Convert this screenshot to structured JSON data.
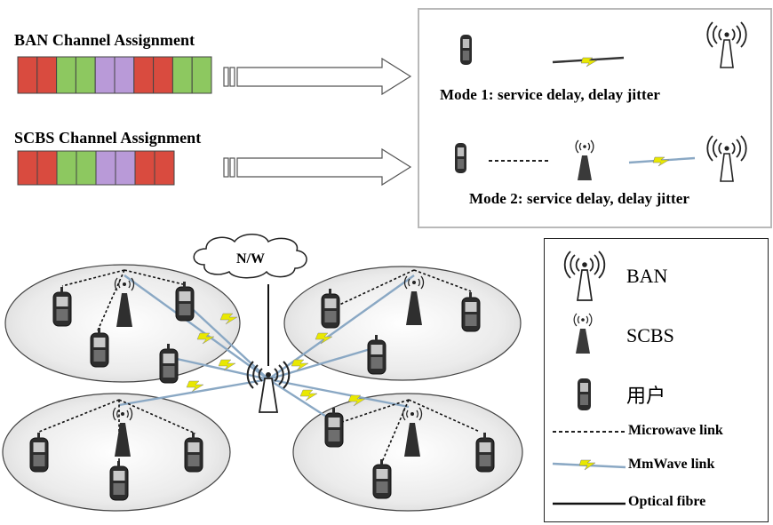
{
  "channel_assignment": {
    "ban_title": "BAN Channel Assignment",
    "scbs_title": "SCBS Channel Assignment",
    "ban_slots": [
      "red",
      "red",
      "green",
      "green",
      "purple",
      "purple",
      "red",
      "red",
      "green",
      "green"
    ],
    "scbs_slots": [
      "red",
      "red",
      "green",
      "green",
      "purple",
      "purple",
      "red",
      "red"
    ],
    "slot_colors": {
      "red": "#d94b3f",
      "green": "#8dc860",
      "purple": "#b99ad8"
    }
  },
  "modes": {
    "mode1": "Mode 1: service delay, delay jitter",
    "mode2": "Mode 2: service delay, delay jitter"
  },
  "network": {
    "cloud_label": "N/W"
  },
  "legend": {
    "ban": "BAN",
    "scbs": "SCBS",
    "user": "用户",
    "microwave": "Microwave link",
    "mmwave": "MmWave link",
    "optical": "Optical fibre"
  },
  "colors": {
    "mmwave_line": "#8aa8c4",
    "lightning": "#e9e800"
  }
}
